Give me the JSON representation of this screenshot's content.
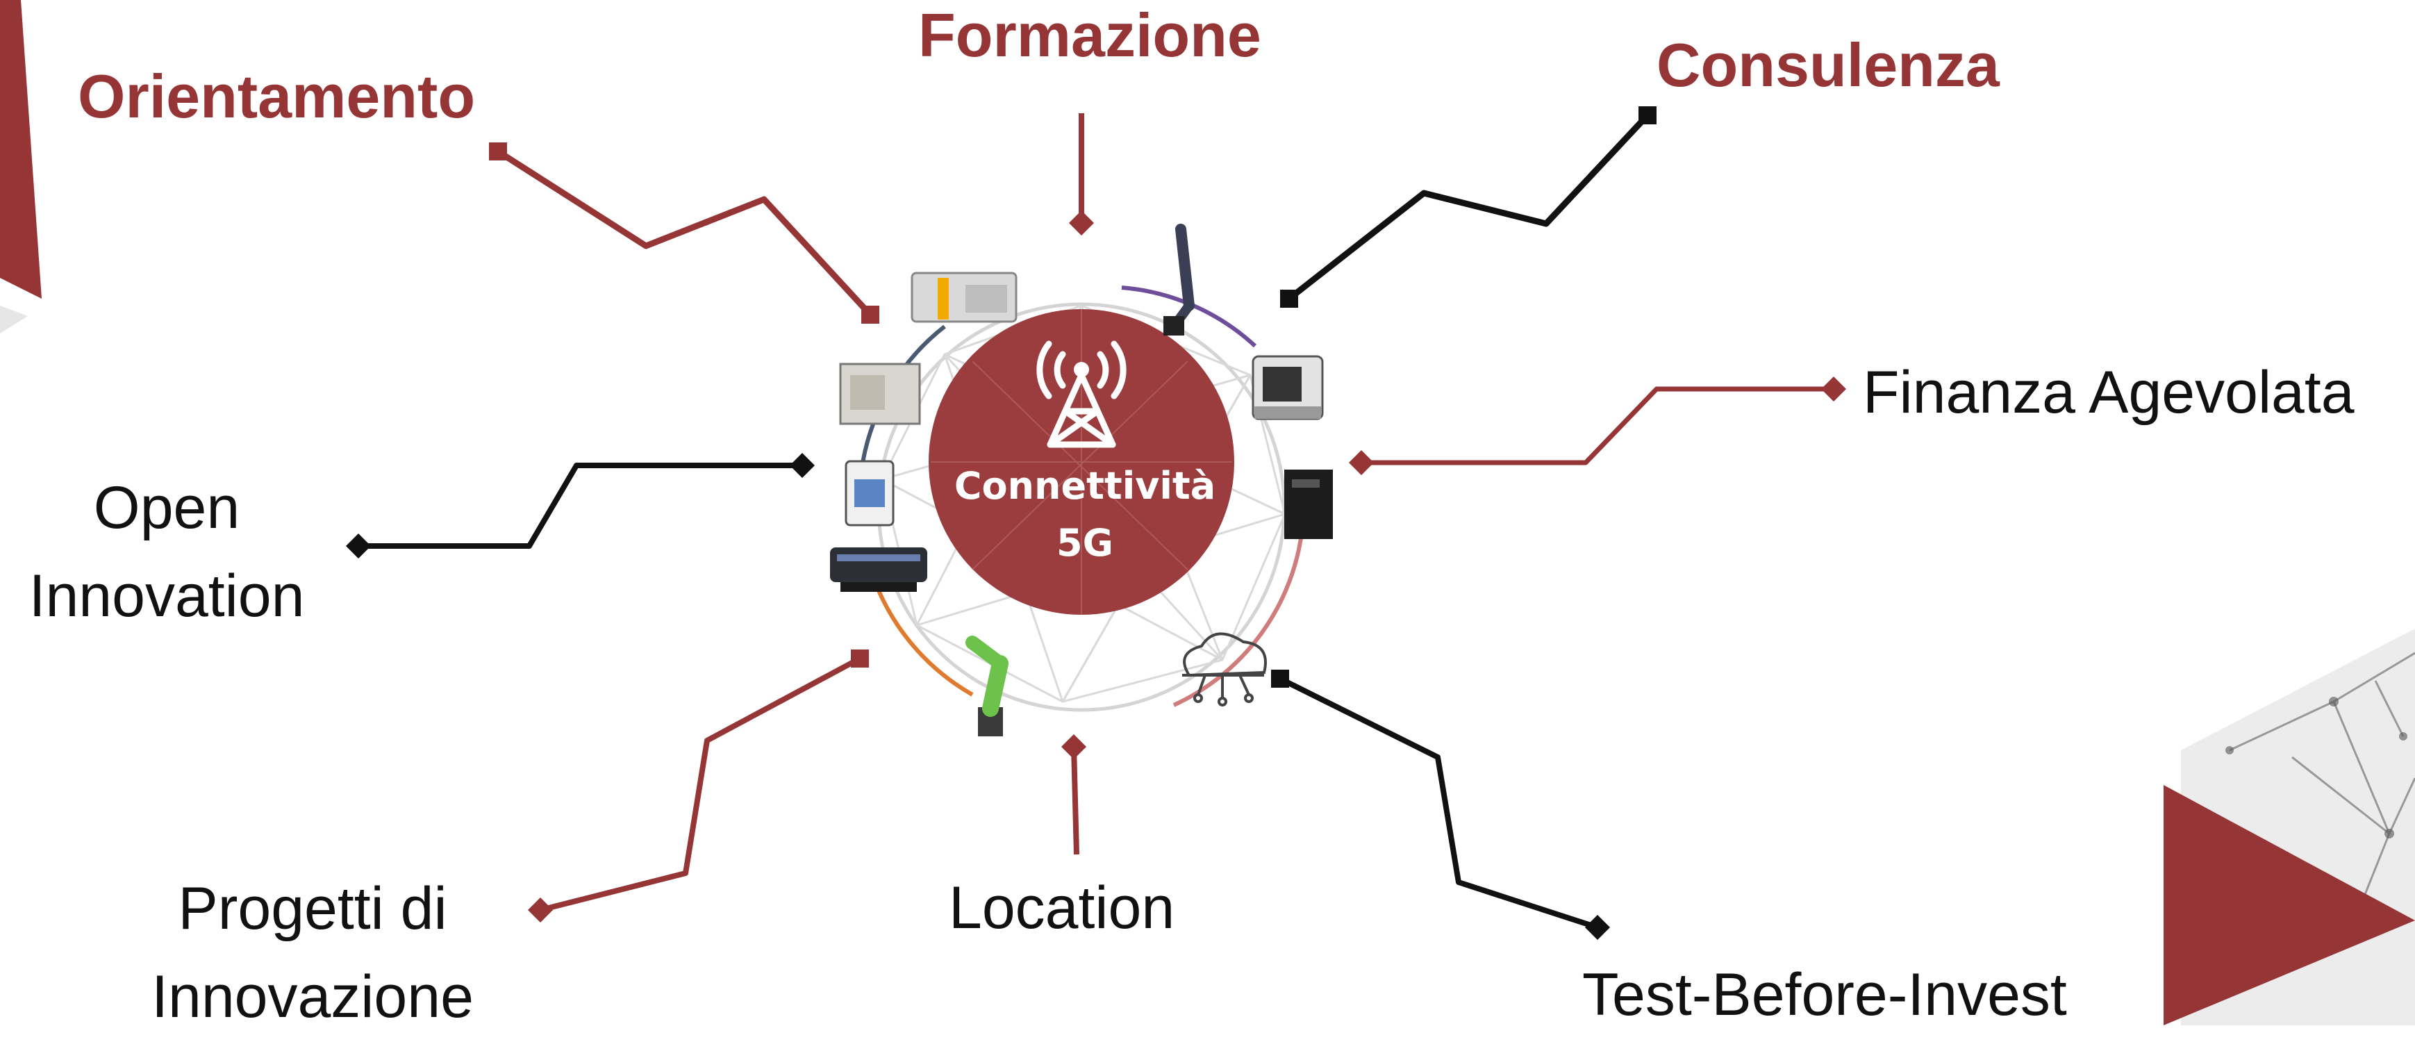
{
  "colors": {
    "brand_red": "#963536",
    "line_black": "#111111",
    "center_fill": "#9b3d3e",
    "ring_gray": "#d4d4d4"
  },
  "center": {
    "icon": "antenna-tower-icon",
    "label_line1": "Connettività",
    "label_line2": "5G"
  },
  "services": {
    "orientamento": "Orientamento",
    "formazione": "Formazione",
    "consulenza": "Consulenza",
    "finanza": "Finanza Agevolata",
    "open_line1": "Open",
    "open_line2": "Innovation",
    "progetti_line1": "Progetti di",
    "progetti_line2": "Innovazione",
    "location": "Location",
    "test": "Test-Before-Invest"
  },
  "equipment_icons": [
    "lab-instrument-icon",
    "robotic-measuring-arm-icon",
    "cnc-machine-icon",
    "server-cabinet-icon",
    "ai-brain-circuit-icon",
    "collaborative-robot-arm-icon",
    "mobile-robot-icon",
    "3d-printer-icon",
    "climatic-chamber-icon"
  ]
}
